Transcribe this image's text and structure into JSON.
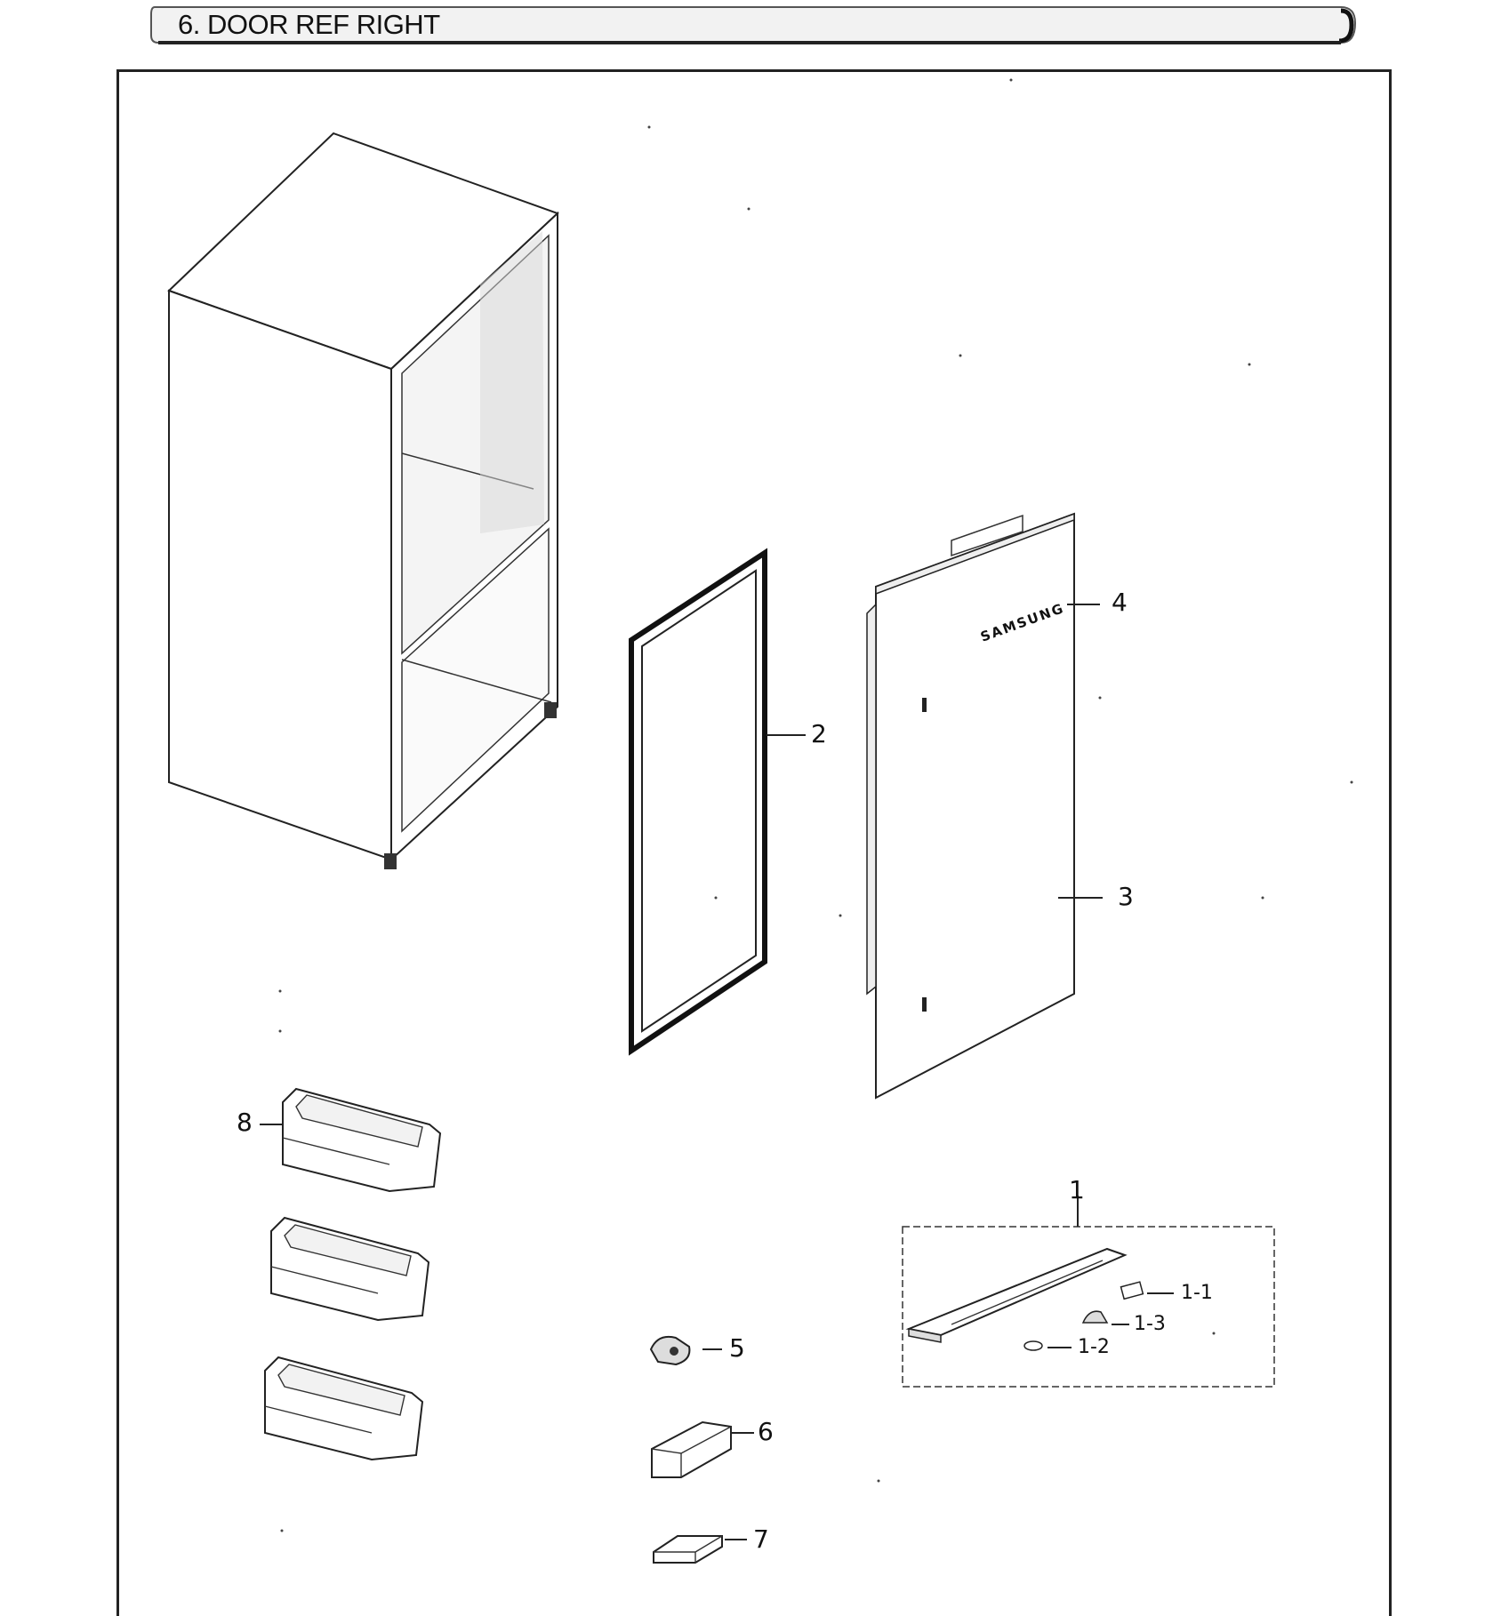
{
  "section": {
    "title": "6. DOOR REF RIGHT"
  },
  "door": {
    "logo_text": "SAMSUNG"
  },
  "callouts": {
    "c1": "1",
    "c1_1": "1-1",
    "c1_2": "1-2",
    "c1_3": "1-3",
    "c2": "2",
    "c3": "3",
    "c4": "4",
    "c5": "5",
    "c6": "6",
    "c7": "7",
    "c8": "8"
  }
}
